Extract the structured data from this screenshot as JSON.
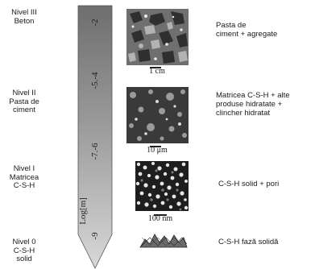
{
  "levels": [
    {
      "label": "Nivel III\nBeton",
      "description": "Pasta de\nciment + agregate",
      "scale": "1 cm",
      "exponent": "-2"
    },
    {
      "label": "Nivel II\nPasta de\nciment",
      "description": "Matricea C-S-H + alte\nproduse hidratate +\nclincher hidratat",
      "scale": "10 μm",
      "exponent": "-5.-4"
    },
    {
      "label": "Nivel I\nMatricea\nC-S-H",
      "description": "C-S-H solid + pori",
      "scale": "100 nm",
      "exponent": "-7.-6"
    },
    {
      "label": "Nivel 0\nC-S-H\nsolid",
      "description": "C-S-H fază solidă",
      "scale": "",
      "exponent": "-9"
    }
  ],
  "axis_label": "Log[m]"
}
